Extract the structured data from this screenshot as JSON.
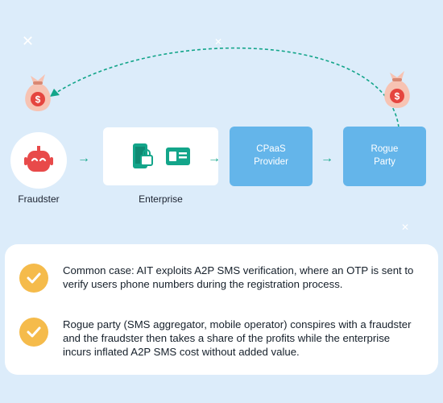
{
  "nodes": {
    "fraudster": {
      "label": "Fraudster"
    },
    "enterprise": {
      "label": "Enterprise"
    },
    "cpaas": {
      "line1": "CPaaS",
      "line2": "Provider"
    },
    "rogue": {
      "line1": "Rogue",
      "line2": "Party"
    }
  },
  "points": [
    {
      "text": "Common case: AIT exploits A2P SMS verification, where an OTP is sent to verify users phone numbers during the registration process."
    },
    {
      "text": "Rogue party (SMS aggregator, mobile operator) conspires with a fraudster and the fraudster then takes a share of the profits while the enterprise incurs inflated A2P SMS cost without added value."
    }
  ],
  "icons": {
    "money_bag": "money-bag-icon",
    "robot": "robot-icon",
    "phone_lock": "phone-lock-icon",
    "id_card": "id-card-icon",
    "check": "check-icon"
  },
  "colors": {
    "background": "#dcecfa",
    "accent_green": "#13a58a",
    "box_blue": "#64b5ea",
    "check_yellow": "#f5bb4b",
    "robot_red": "#e84a4a",
    "bag_pink": "#f7c3b3",
    "coin_red": "#e5453f"
  }
}
